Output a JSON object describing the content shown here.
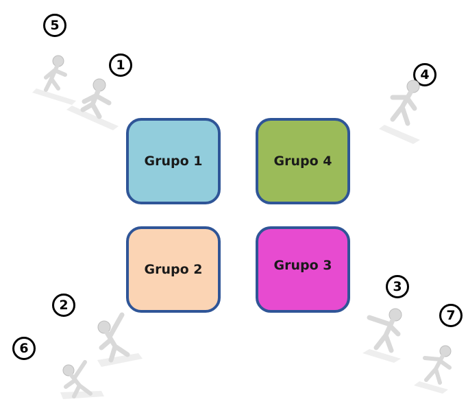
{
  "groups": [
    {
      "id": "g1",
      "label": "Grupo 1",
      "color": "#92cddc"
    },
    {
      "id": "g4",
      "label": "Grupo 4",
      "color": "#9bbb59"
    },
    {
      "id": "g2",
      "label": "Grupo 2",
      "color": "#fbd4b4"
    },
    {
      "id": "g3",
      "label": "Grupo 3",
      "color": "#e74bd0"
    }
  ],
  "border_color": "#2f5597",
  "badges": [
    {
      "id": "n5",
      "number": "5"
    },
    {
      "id": "n1",
      "number": "1"
    },
    {
      "id": "n4",
      "number": "4"
    },
    {
      "id": "n2",
      "number": "2"
    },
    {
      "id": "n6",
      "number": "6"
    },
    {
      "id": "n3",
      "number": "3"
    },
    {
      "id": "n7",
      "number": "7"
    }
  ],
  "figure_color": "#d9d9d9"
}
